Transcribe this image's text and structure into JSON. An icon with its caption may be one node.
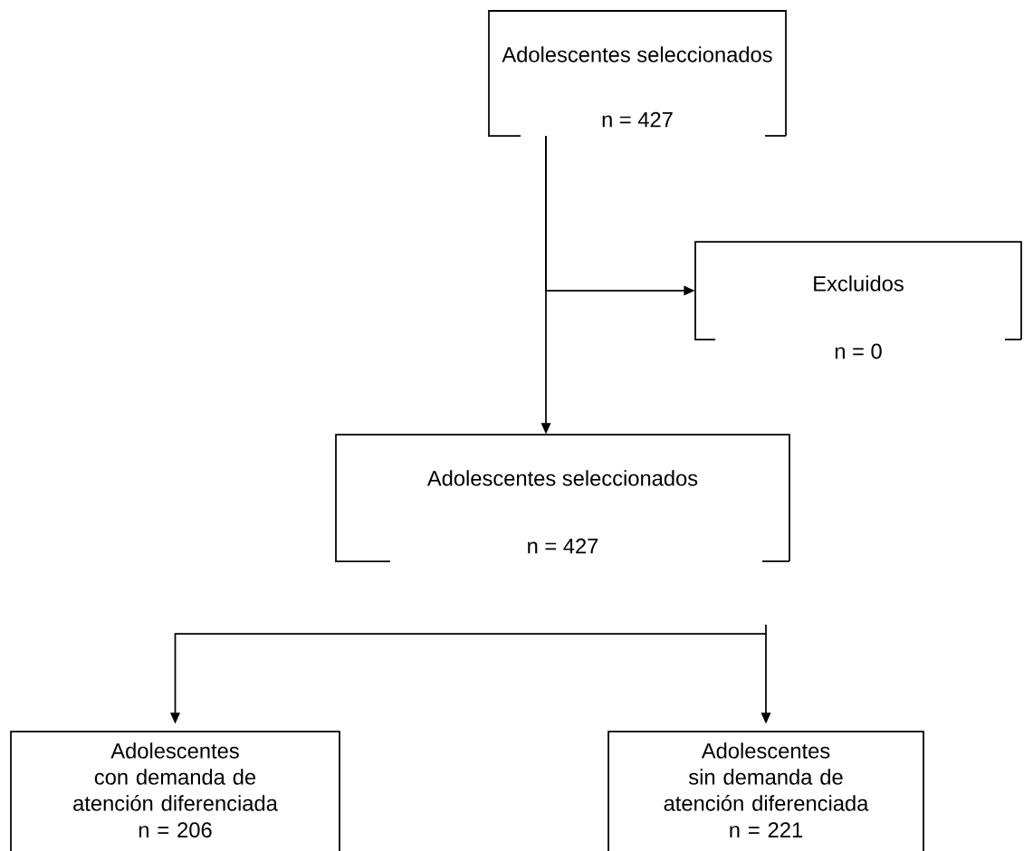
{
  "diagram": {
    "nodes": [
      {
        "text": [
          "Adolescentes seleccionados",
          "n = 427"
        ]
      },
      {
        "text": [
          "Excluidos",
          "n = 0"
        ]
      },
      {
        "text": [
          "Adolescentes seleccionados",
          "n = 427"
        ]
      },
      {
        "text": [
          "Adolescentes con demanda de atención diferenciada",
          "n = 206"
        ]
      },
      {
        "text": [
          "Adolescentes sin demanda de atención diferenciada",
          "n = 221"
        ]
      }
    ],
    "edges": [
      {
        "from": 0,
        "to": 2,
        "arrow": "to"
      },
      {
        "from": 0,
        "to": 1,
        "arrow": "to"
      },
      {
        "from": null,
        "to": 3,
        "arrow": "to"
      },
      {
        "from": null,
        "to": 4,
        "arrow": "to"
      }
    ]
  }
}
